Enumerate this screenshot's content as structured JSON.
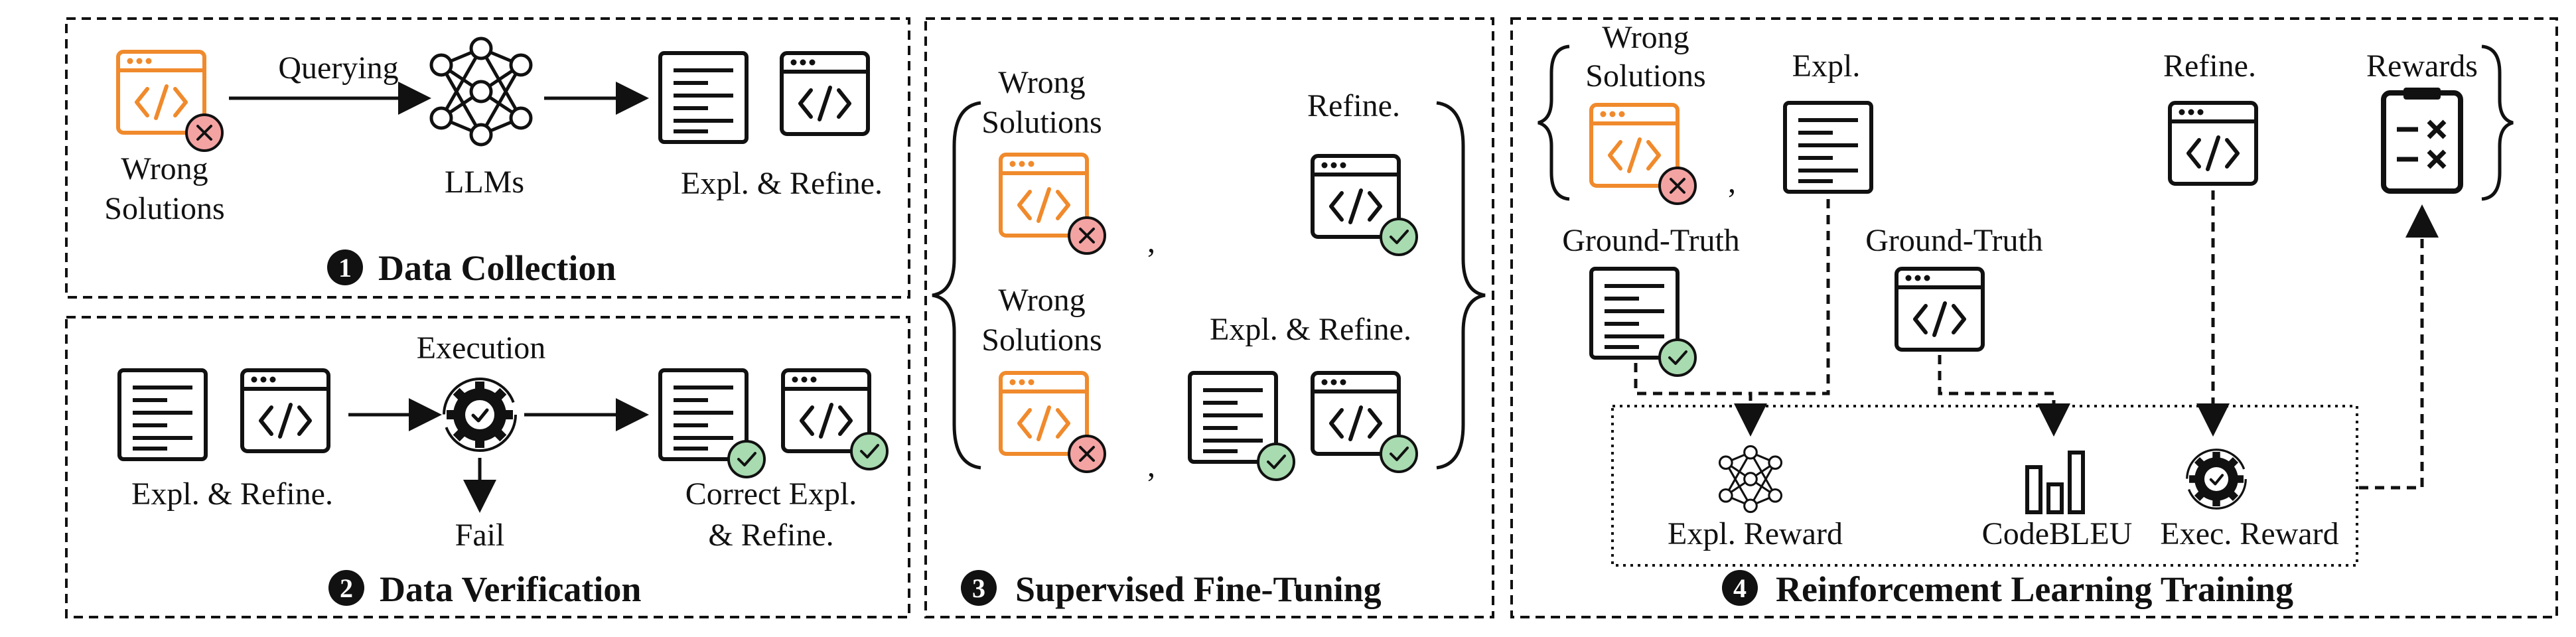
{
  "panel1": {
    "wrong_line1": "Wrong",
    "wrong_line2": "Solutions",
    "querying": "Querying",
    "llms": "LLMs",
    "expl_refine": "Expl. & Refine.",
    "number": "1",
    "title": "Data Collection"
  },
  "panel2": {
    "execution": "Execution",
    "expl_refine": "Expl. & Refine.",
    "fail": "Fail",
    "correct_line1": "Correct Expl.",
    "correct_line2": "& Refine.",
    "number": "2",
    "title": "Data Verification"
  },
  "panel3": {
    "wrong_a_line1": "Wrong",
    "wrong_a_line2": "Solutions",
    "refine": "Refine.",
    "comma_a": ",",
    "wrong_b_line1": "Wrong",
    "wrong_b_line2": "Solutions",
    "expl_refine": "Expl. & Refine.",
    "comma_b": ",",
    "number": "3",
    "title": "Supervised Fine-Tuning"
  },
  "panel4": {
    "wrong_line1": "Wrong",
    "wrong_line2": "Solutions",
    "comma": ",",
    "expl": "Expl.",
    "refine": "Refine.",
    "rewards": "Rewards",
    "gt_expl": "Ground-Truth",
    "gt_code": "Ground-Truth",
    "expl_reward": "Expl. Reward",
    "codebleu": "CodeBLEU",
    "exec_reward": "Exec. Reward",
    "number": "4",
    "title": "Reinforcement Learning Training"
  },
  "colors": {
    "orange": "#f08a2c",
    "error_badge": "#f4a3a3",
    "success_badge": "#a8dbb0",
    "stroke": "#111111"
  },
  "icons": [
    "code-window-icon",
    "error-badge-icon",
    "check-badge-icon",
    "document-icon",
    "neural-network-icon",
    "gear-check-icon",
    "clipboard-rewards-icon",
    "bar-chart-icon"
  ]
}
